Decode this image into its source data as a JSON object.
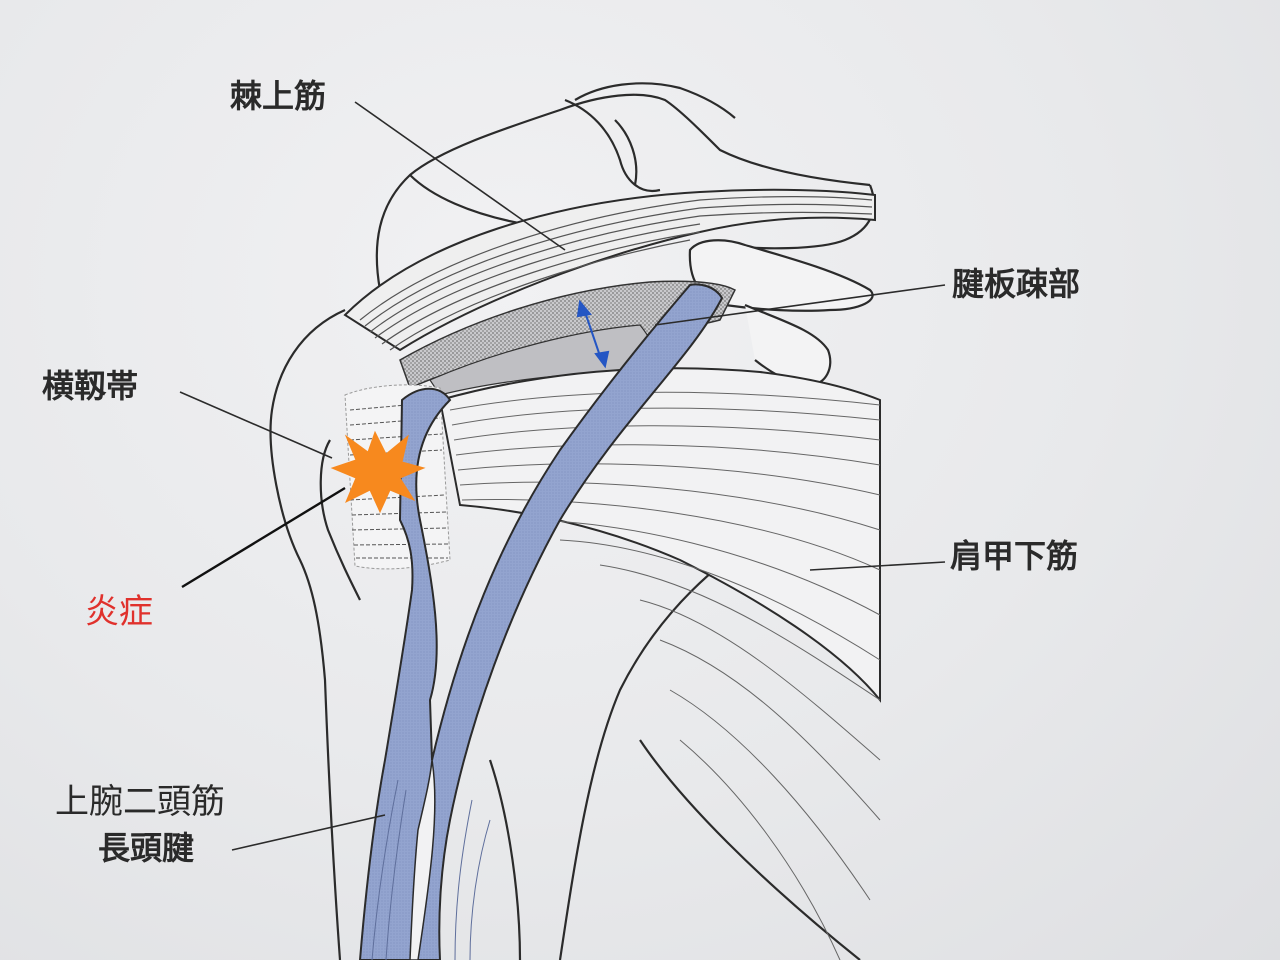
{
  "labels": {
    "supraspinatus": "棘上筋",
    "rotator_interval": "腱板疎部",
    "transverse_ligament": "横靱帯",
    "inflammation": "炎症",
    "subscapularis": "肩甲下筋",
    "biceps_line1": "上腕二頭筋",
    "biceps_line2": "長頭腱"
  },
  "colors": {
    "tendon": "#93a4cf",
    "inflammation": "#f7891e",
    "inflammation_text": "#e0312c",
    "arrow": "#2456c4",
    "outline": "#2b2b2b"
  }
}
